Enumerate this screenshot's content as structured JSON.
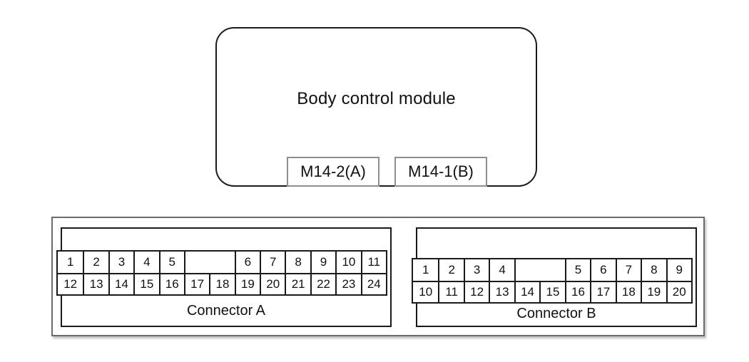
{
  "module": {
    "title": "Body control module",
    "tags": [
      {
        "label": "M14-2(A)"
      },
      {
        "label": "M14-1(B)"
      }
    ]
  },
  "connector_panel": {
    "connectors": [
      {
        "name": "Connector A",
        "columns": 13,
        "rows": [
          {
            "cells": [
              {
                "label": "1"
              },
              {
                "label": "2"
              },
              {
                "label": "3"
              },
              {
                "label": "4"
              },
              {
                "label": "5"
              },
              {
                "label": "",
                "span": 2
              },
              {
                "label": "6"
              },
              {
                "label": "7"
              },
              {
                "label": "8"
              },
              {
                "label": "9"
              },
              {
                "label": "10"
              },
              {
                "label": "11"
              }
            ]
          },
          {
            "cells": [
              {
                "label": "12"
              },
              {
                "label": "13"
              },
              {
                "label": "14"
              },
              {
                "label": "15"
              },
              {
                "label": "16"
              },
              {
                "label": "17"
              },
              {
                "label": "18"
              },
              {
                "label": "19"
              },
              {
                "label": "20"
              },
              {
                "label": "21"
              },
              {
                "label": "22"
              },
              {
                "label": "23"
              },
              {
                "label": "24"
              }
            ]
          }
        ]
      },
      {
        "name": "Connector B",
        "columns": 11,
        "rows": [
          {
            "cells": [
              {
                "label": "1"
              },
              {
                "label": "2"
              },
              {
                "label": "3"
              },
              {
                "label": "4"
              },
              {
                "label": "",
                "span": 2
              },
              {
                "label": "5"
              },
              {
                "label": "6"
              },
              {
                "label": "7"
              },
              {
                "label": "8"
              },
              {
                "label": "9"
              }
            ]
          },
          {
            "cells": [
              {
                "label": "10"
              },
              {
                "label": "11"
              },
              {
                "label": "12"
              },
              {
                "label": "13"
              },
              {
                "label": "14"
              },
              {
                "label": "15"
              },
              {
                "label": "16"
              },
              {
                "label": "17"
              },
              {
                "label": "18"
              },
              {
                "label": "19"
              },
              {
                "label": "20"
              }
            ]
          }
        ]
      }
    ]
  },
  "colors": {
    "line": "#1a1a1a",
    "frame": "#6b6b6b",
    "tag_border": "#8f8f8f",
    "background": "#ffffff",
    "text": "#111111"
  }
}
